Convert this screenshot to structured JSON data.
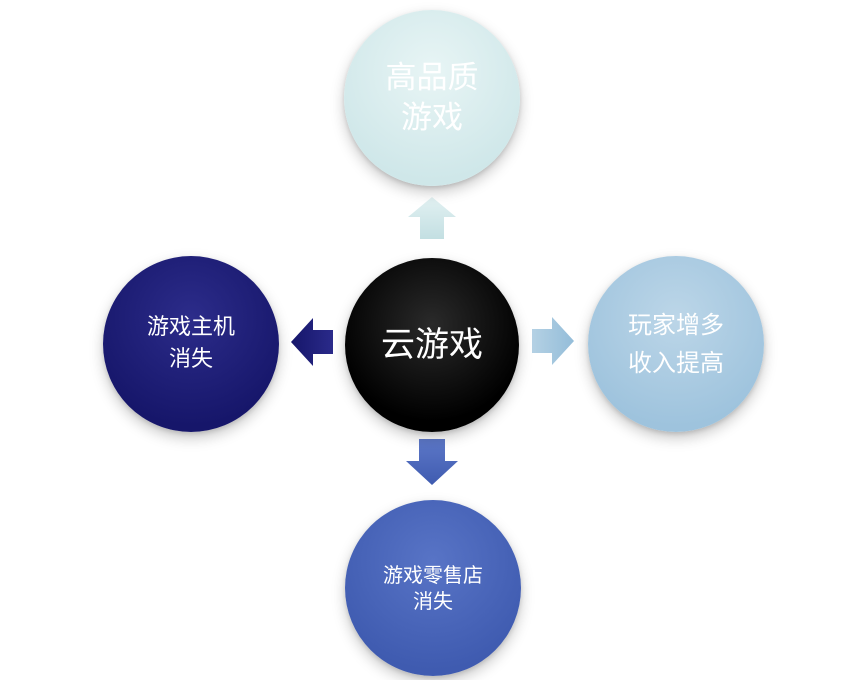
{
  "diagram": {
    "center": {
      "label": "云游戏",
      "color": "#000000"
    },
    "top": {
      "line1": "高品质",
      "line2": "游戏",
      "color": "#cfe7e9"
    },
    "right": {
      "line1": "玩家增多",
      "line2": "收入提高",
      "color": "#9ec3dd"
    },
    "left": {
      "line1": "游戏主机",
      "line2": "消失",
      "color": "#16166a"
    },
    "bottom": {
      "line1": "游戏零售店",
      "line2": "消失",
      "color": "#3f5bb0"
    },
    "arrows": [
      {
        "direction": "up",
        "color": "#cfe7e9"
      },
      {
        "direction": "right",
        "color": "#9ec3dd"
      },
      {
        "direction": "left",
        "color": "#1c1c78"
      },
      {
        "direction": "down",
        "color": "#4a66bb"
      }
    ]
  }
}
